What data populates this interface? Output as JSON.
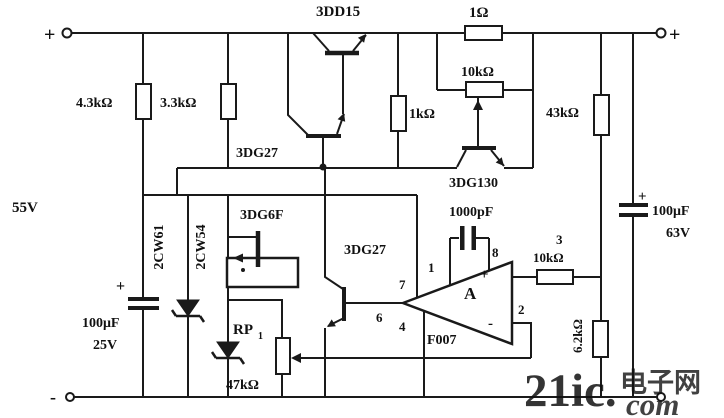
{
  "circuit": {
    "input": {
      "supply_voltage": "55V",
      "terminal_plus_in": "+",
      "terminal_minus_in": "-",
      "terminal_plus_out": "+"
    },
    "resistors": {
      "r_4k3": "4.3kΩ",
      "r_3k3": "3.3kΩ",
      "r_1k": "1kΩ",
      "r_1ohm": "1Ω",
      "pot_10k": "10kΩ",
      "r_43k": "43kΩ",
      "r_10k_opamp": "10kΩ",
      "r_6k2": "6.2kΩ",
      "rp_name": "RP",
      "rp_sub": "1",
      "rp_value": "47kΩ"
    },
    "transistors": {
      "pass": "3DD15",
      "driver": "3DG27",
      "limiter": "3DG130",
      "reference": "3DG6F",
      "amp_driver": "3DG27"
    },
    "zeners": {
      "z1": "2CW61",
      "z2": "2CW54"
    },
    "capacitors": {
      "c_in_value": "100μF",
      "c_in_voltage": "25V",
      "c_in_polarity": "+",
      "c_comp": "1000pF",
      "c_out_value": "100μF",
      "c_out_voltage": "63V",
      "c_out_polarity": "+"
    },
    "opamp": {
      "label": "A",
      "part": "F007",
      "pin1": "1",
      "pin2": "2",
      "pin3": "3",
      "pin4": "4",
      "pin6": "6",
      "pin7": "7",
      "pin8": "8",
      "plus_input": "+",
      "minus_input": "-"
    }
  },
  "watermark": {
    "brand": "21ic.",
    "site_cn": "电子网",
    "domain_suffix": "com"
  },
  "colors": {
    "wire": "#1a1a1a",
    "watermark_pink": "#e4a6a6",
    "watermark_red": "#cc4343",
    "watermark_gray": "#9097a0"
  }
}
